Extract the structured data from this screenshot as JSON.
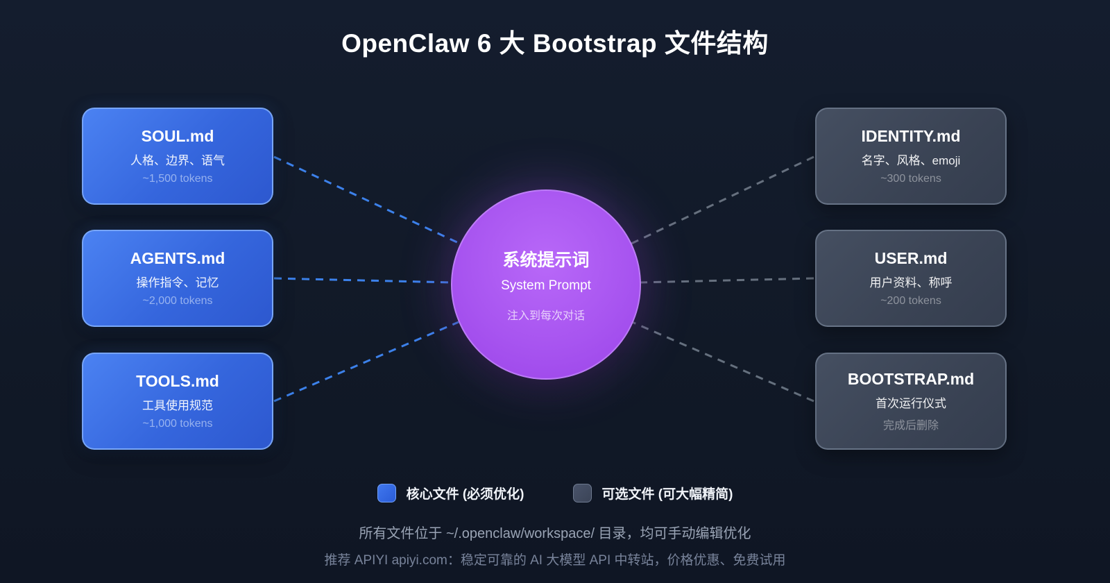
{
  "title": "OpenClaw 6 大 Bootstrap 文件结构",
  "center": {
    "title": "系统提示词",
    "subtitle": "System Prompt",
    "note": "注入到每次对话"
  },
  "left_cards": [
    {
      "title": "SOUL.md",
      "subtitle": "人格、边界、语气",
      "tokens": "~1,500 tokens"
    },
    {
      "title": "AGENTS.md",
      "subtitle": "操作指令、记忆",
      "tokens": "~2,000 tokens"
    },
    {
      "title": "TOOLS.md",
      "subtitle": "工具使用规范",
      "tokens": "~1,000 tokens"
    }
  ],
  "right_cards": [
    {
      "title": "IDENTITY.md",
      "subtitle": "名字、风格、emoji",
      "tokens": "~300 tokens"
    },
    {
      "title": "USER.md",
      "subtitle": "用户资料、称呼",
      "tokens": "~200 tokens"
    },
    {
      "title": "BOOTSTRAP.md",
      "subtitle": "首次运行仪式",
      "tokens": "完成后删除"
    }
  ],
  "legend": {
    "core": "核心文件 (必须优化)",
    "optional": "可选文件 (可大幅精简)"
  },
  "footer": {
    "line1": "所有文件位于 ~/.openclaw/workspace/ 目录，均可手动编辑优化",
    "line2": "推荐 APIYI apiyi.com：稳定可靠的 AI 大模型 API 中转站，价格优惠、免费试用"
  },
  "colors": {
    "background": "#121a29",
    "core_card": "#3b6ce4",
    "core_border": "#82affa",
    "optional_card": "#3c4557",
    "optional_border": "#94a3b8",
    "center_circle": "#a855f0",
    "blue_connector": "#3f87f5",
    "gray_connector": "#7b8694"
  }
}
